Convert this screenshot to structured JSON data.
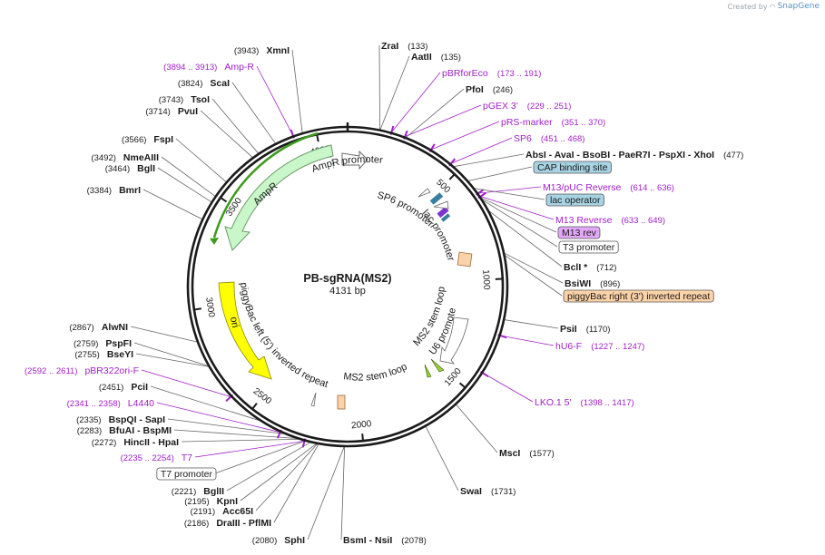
{
  "credit": {
    "created_by": "Created by",
    "brand": "SnapGene"
  },
  "colors": {
    "backbone": "#1b1b1b",
    "enzyme_line": "#555555",
    "primer": "#a020c8",
    "ampr_fill": "#c9f7c9",
    "ampr_stroke": "#6b9a6b",
    "amp_arc": "#3e9a1e",
    "ori_fill": "#ffff00",
    "blue_box": "#a7d3e3",
    "purple_box": "#e2a8f7",
    "orange_box": "#fcd3a8"
  },
  "plasmid": {
    "name": "PB-sgRNA(MS2)",
    "length_label": "4131 bp",
    "length": 4131
  },
  "ticks": [
    {
      "pos": 500,
      "label": "500"
    },
    {
      "pos": 1000,
      "label": "1000"
    },
    {
      "pos": 1500,
      "label": "1500"
    },
    {
      "pos": 2000,
      "label": "2000"
    },
    {
      "pos": 2500,
      "label": "2500"
    },
    {
      "pos": 3000,
      "label": "3000"
    },
    {
      "pos": 3500,
      "label": "3500"
    },
    {
      "pos": 4000,
      "label": "4000"
    }
  ],
  "features_text": {
    "ampr_promoter": "AmpR promoter",
    "ampr": "AmpR",
    "sp6_promoter": "SP6 promoter",
    "lac_promoter": "lac promoter",
    "piggybac_left": "piggyBac left (5') inverted repeat",
    "ori": "ori",
    "ms2_loop_upper": "MS2 stem loop",
    "u6_promoter": "U6 promoter",
    "ms2_loop_lower": "MS2 stem loop"
  },
  "labels": [
    {
      "name": "ZraI",
      "pos": "(133)",
      "type": "enzyme"
    },
    {
      "name": "AatII",
      "pos": "(135)",
      "type": "enzyme"
    },
    {
      "name": "pBRforEco",
      "pos": "(173 .. 191)",
      "type": "primer"
    },
    {
      "name": "PfoI",
      "pos": "(246)",
      "type": "enzyme"
    },
    {
      "name": "pGEX 3'",
      "pos": "(229 .. 251)",
      "type": "primer"
    },
    {
      "name": "pRS-marker",
      "pos": "(351 .. 370)",
      "type": "primer"
    },
    {
      "name": "SP6",
      "pos": "(451 .. 468)",
      "type": "primer"
    },
    {
      "name": "AbsI  -  AvaI  -  BsoBI  -  PaeR7I  -  PspXI  -  XhoI",
      "pos": "(477)",
      "type": "enzyme"
    },
    {
      "name": "CAP binding site",
      "pos": "",
      "type": "box-blue"
    },
    {
      "name": "M13/pUC Reverse",
      "pos": "(614 .. 636)",
      "type": "primer"
    },
    {
      "name": "lac operator",
      "pos": "",
      "type": "box-blue"
    },
    {
      "name": "M13 Reverse",
      "pos": "(633 .. 649)",
      "type": "primer"
    },
    {
      "name": "M13 rev",
      "pos": "",
      "type": "box-purple"
    },
    {
      "name": "T3 promoter",
      "pos": "",
      "type": "box-white"
    },
    {
      "name": "BclI *",
      "pos": "(712)",
      "type": "enzyme"
    },
    {
      "name": "BsiWI",
      "pos": "(896)",
      "type": "enzyme"
    },
    {
      "name": "piggyBac right (3') inverted repeat",
      "pos": "",
      "type": "box-orange"
    },
    {
      "name": "PsiI",
      "pos": "(1170)",
      "type": "enzyme"
    },
    {
      "name": "hU6-F",
      "pos": "(1227 .. 1247)",
      "type": "primer"
    },
    {
      "name": "LKO.1 5'",
      "pos": "(1398 .. 1417)",
      "type": "primer"
    },
    {
      "name": "MscI",
      "pos": "(1577)",
      "type": "enzyme"
    },
    {
      "name": "SwaI",
      "pos": "(1731)",
      "type": "enzyme"
    },
    {
      "name": "BsmI  -  NsiI",
      "pos": "(2078)",
      "type": "enzyme"
    },
    {
      "name": "SphI",
      "pos": "(2080)",
      "type": "enzyme"
    },
    {
      "name": "DraIII  -  PflMI",
      "pos": "(2186)",
      "type": "enzyme"
    },
    {
      "name": "Acc65I",
      "pos": "(2191)",
      "type": "enzyme"
    },
    {
      "name": "KpnI",
      "pos": "(2195)",
      "type": "enzyme"
    },
    {
      "name": "BglII",
      "pos": "(2221)",
      "type": "enzyme"
    },
    {
      "name": "T7 promoter",
      "pos": "",
      "type": "box-white"
    },
    {
      "name": "T7",
      "pos": "(2235 .. 2254)",
      "type": "primer"
    },
    {
      "name": "HincII  -  HpaI",
      "pos": "(2272)",
      "type": "enzyme"
    },
    {
      "name": "BfuAI  -  BspMI",
      "pos": "(2283)",
      "type": "enzyme"
    },
    {
      "name": "BspQI  -  SapI",
      "pos": "(2335)",
      "type": "enzyme"
    },
    {
      "name": "L4440",
      "pos": "(2341 .. 2358)",
      "type": "primer"
    },
    {
      "name": "PciI",
      "pos": "(2451)",
      "type": "enzyme"
    },
    {
      "name": "pBR322ori-F",
      "pos": "(2592 .. 2611)",
      "type": "primer"
    },
    {
      "name": "BseYI",
      "pos": "(2755)",
      "type": "enzyme"
    },
    {
      "name": "PspFI",
      "pos": "(2759)",
      "type": "enzyme"
    },
    {
      "name": "AlwNI",
      "pos": "(2867)",
      "type": "enzyme"
    },
    {
      "name": "BmrI",
      "pos": "(3384)",
      "type": "enzyme"
    },
    {
      "name": "BglI",
      "pos": "(3464)",
      "type": "enzyme"
    },
    {
      "name": "NmeAIII",
      "pos": "(3492)",
      "type": "enzyme"
    },
    {
      "name": "FspI",
      "pos": "(3566)",
      "type": "enzyme"
    },
    {
      "name": "PvuI",
      "pos": "(3714)",
      "type": "enzyme"
    },
    {
      "name": "TsoI",
      "pos": "(3743)",
      "type": "enzyme"
    },
    {
      "name": "ScaI",
      "pos": "(3824)",
      "type": "enzyme"
    },
    {
      "name": "Amp-R",
      "pos": "(3894 .. 3913)",
      "type": "primer"
    },
    {
      "name": "XmnI",
      "pos": "(3943)",
      "type": "enzyme"
    }
  ]
}
